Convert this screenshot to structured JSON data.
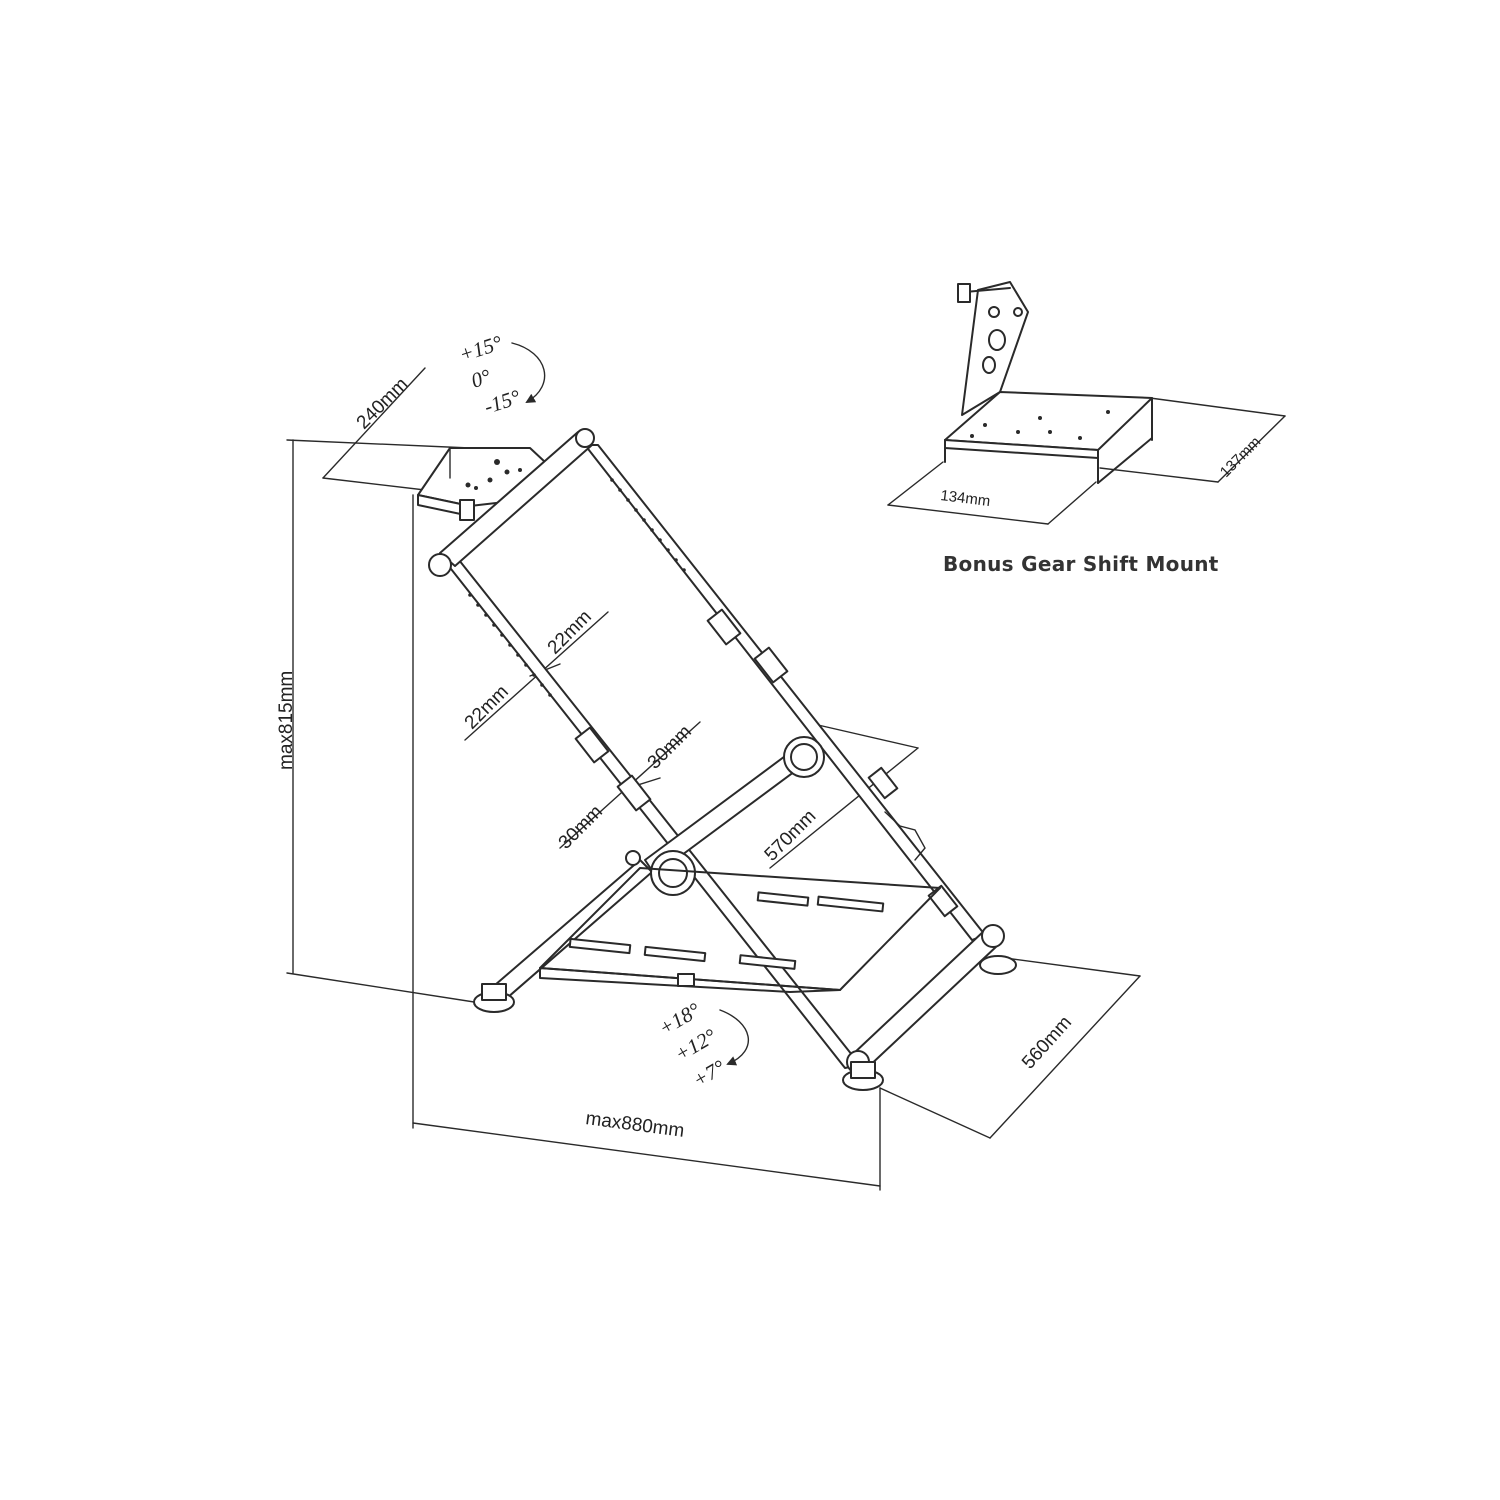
{
  "dimensions": {
    "height_max": "max815mm",
    "depth_max": "max880mm",
    "plate_width": "240mm",
    "tube_22_a": "22mm",
    "tube_22_b": "22mm",
    "tube_30_a": "30mm",
    "tube_30_b": "30mm",
    "frame_width": "570mm",
    "base_width": "560mm"
  },
  "angles": {
    "wheel_tilt": [
      "+15°",
      "0°",
      "-15°"
    ],
    "pedal_tilt": [
      "+18°",
      "+12°",
      "+7°"
    ]
  },
  "gear_mount": {
    "caption": "Bonus Gear Shift Mount",
    "width": "134mm",
    "depth": "137mm"
  }
}
